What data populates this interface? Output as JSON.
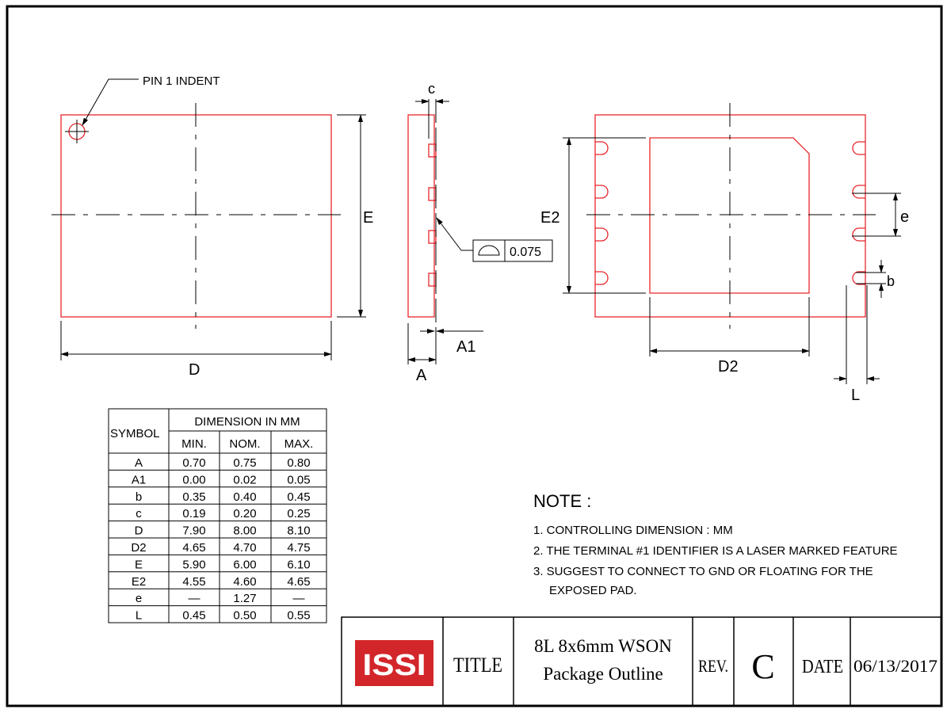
{
  "colors": {
    "outline": "#e8262b",
    "logo": "#d2262b",
    "ink": "#000000"
  },
  "top_view": {
    "pin_label": "PIN 1 INDENT",
    "dim_E": "E",
    "dim_D": "D"
  },
  "side_view": {
    "dim_c": "c",
    "dim_A": "A",
    "dim_A1": "A1",
    "coplanarity_symbol": "profile-of-surface-icon",
    "coplanarity_value": "0.075"
  },
  "bottom_view": {
    "dim_E2": "E2",
    "dim_e": "e",
    "dim_b": "b",
    "dim_D2": "D2",
    "dim_L": "L"
  },
  "table": {
    "symbol_header": "SYMBOL",
    "group_header": "DIMENSION IN MM",
    "columns": [
      "MIN.",
      "NOM.",
      "MAX."
    ],
    "rows": [
      {
        "symbol": "A",
        "min": "0.70",
        "nom": "0.75",
        "max": "0.80"
      },
      {
        "symbol": "A1",
        "min": "0.00",
        "nom": "0.02",
        "max": "0.05"
      },
      {
        "symbol": "b",
        "min": "0.35",
        "nom": "0.40",
        "max": "0.45"
      },
      {
        "symbol": "c",
        "min": "0.19",
        "nom": "0.20",
        "max": "0.25"
      },
      {
        "symbol": "D",
        "min": "7.90",
        "nom": "8.00",
        "max": "8.10"
      },
      {
        "symbol": "D2",
        "min": "4.65",
        "nom": "4.70",
        "max": "4.75"
      },
      {
        "symbol": "E",
        "min": "5.90",
        "nom": "6.00",
        "max": "6.10"
      },
      {
        "symbol": "E2",
        "min": "4.55",
        "nom": "4.60",
        "max": "4.65"
      },
      {
        "symbol": "e",
        "min": "—",
        "nom": "1.27",
        "max": "—"
      },
      {
        "symbol": "L",
        "min": "0.45",
        "nom": "0.50",
        "max": "0.55"
      }
    ]
  },
  "notes": {
    "heading": "NOTE :",
    "items": [
      "1. CONTROLLING DIMENSION : MM",
      "2. THE TERMINAL #1 IDENTIFIER IS A LASER MARKED FEATURE",
      "3. SUGGEST TO CONNECT TO GND OR FLOATING FOR THE",
      "EXPOSED PAD."
    ]
  },
  "title_block": {
    "logo": "ISSI",
    "title_label": "TITLE",
    "title_line1": "8L 8x6mm WSON",
    "title_line2": "Package  Outline",
    "rev_label": "REV.",
    "rev": "C",
    "date_label": "DATE",
    "date": "06/13/2017"
  }
}
